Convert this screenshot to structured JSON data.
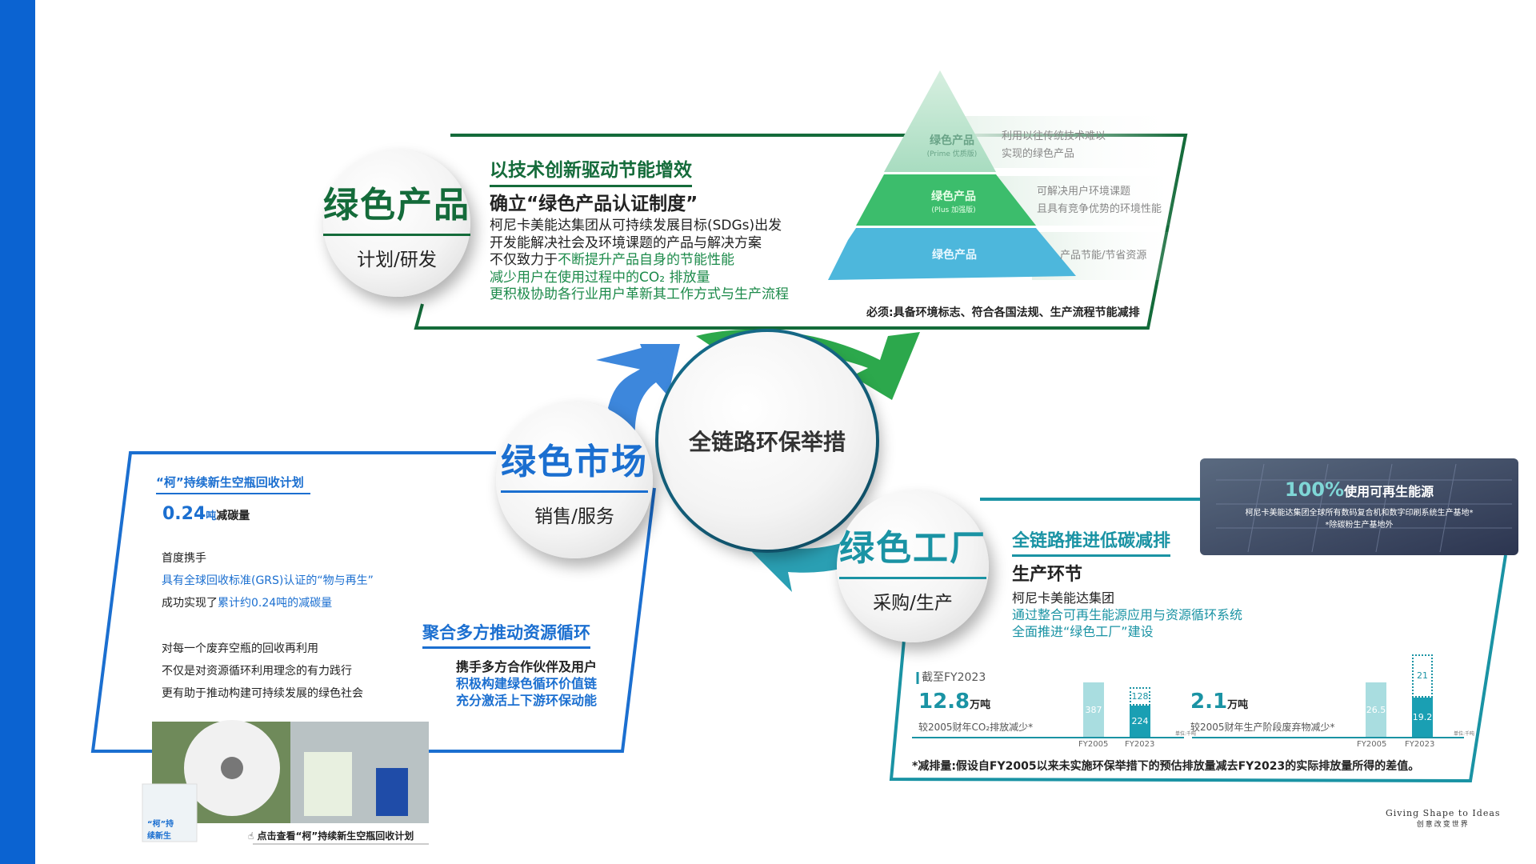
{
  "center": {
    "title": "全链路环保举措"
  },
  "product": {
    "circle_title": "绿色产品",
    "circle_sub": "计划/研发",
    "heading": "以技术创新驱动节能增效",
    "subheading": "确立“绿色产品认证制度”",
    "lines": [
      "柯尼卡美能达集团从可持续发展目标(SDGs)出发",
      "开发能解决社会及环境课题的产品与解决方案",
      "不仅致力于",
      "不断提升产品自身的节能性能",
      "减少用户在使用过程中的CO₂ 排放量",
      "更积极协助各行业用户革新其工作方式与生产流程"
    ],
    "pyramid": [
      {
        "label": "绿色产品",
        "tier": "(Prime 优质版)",
        "desc1": "利用以往传统技术难以",
        "desc2": "实现的绿色产品"
      },
      {
        "label": "绿色产品",
        "tier": "(Plus 加强版)",
        "desc1": "可解决用户环境课题",
        "desc2": "且具有竞争优势的环境性能"
      },
      {
        "label": "绿色产品",
        "tier": "",
        "desc1": "产品节能/节省资源",
        "desc2": ""
      }
    ],
    "requirement": "必须:具备环境标志、符合各国法规、生产流程节能减排"
  },
  "market": {
    "circle_title": "绿色市场",
    "circle_sub": "销售/服务",
    "program_title": "“柯”持续新生空瓶回收计划",
    "stat_value": "0.24",
    "stat_unit": "吨",
    "stat_label": "减碳量",
    "p1": [
      "首度携手",
      "具有全球回收标准(GRS)认证的“物与再生”",
      "成功实现了",
      "累计约0.24吨的减碳量"
    ],
    "p2": [
      "对每一个废弃空瓶的回收再利用",
      "不仅是对资源循环利用理念的有力践行",
      "更有助于推动构建可持续发展的绿色社会"
    ],
    "heading": "聚合多方推动资源循环",
    "lines": [
      "携手多方合作伙伴及用户",
      "积极构建绿色循环价值链",
      "充分激活上下游环保动能"
    ],
    "bag_text": "“柯”持续新生",
    "link": "点击查看“柯”持续新生空瓶回收计划"
  },
  "factory": {
    "circle_title": "绿色工厂",
    "circle_sub": "采购/生产",
    "heading": "全链路推进低碳减排",
    "subheading": "生产环节",
    "lines": [
      "柯尼卡美能达集团",
      "通过整合可再生能源应用与资源循环系统",
      "全面推进“绿色工厂”建设"
    ],
    "solar": {
      "pct": "100%",
      "title": "使用可再生能源",
      "note1": "柯尼卡美能达集团全球所有数码复合机和数字印刷系统生产基地*",
      "note2": "*除碳粉生产基地外"
    },
    "as_of": "截至FY2023",
    "co2": {
      "value": "12.8",
      "unit": "万吨",
      "label": "较2005财年CO₂排放减少*",
      "fy2005": 387,
      "fy2023": 224,
      "reduced": 128,
      "unit_note": "单位:千吨"
    },
    "waste": {
      "value": "2.1",
      "unit": "万吨",
      "label": "较2005财年生产阶段废弃物减少*",
      "fy2005": 26.5,
      "fy2023": 19.2,
      "reduced": 21,
      "unit_note": "单位:千吨"
    },
    "x_labels": [
      "FY2005",
      "FY2023"
    ],
    "footnote": "*减排量:假设自FY2005以来未实施环保举措下的预估排放量减去FY2023的实际排放量所得的差值。"
  },
  "brand": {
    "slogan_en": "Giving Shape to Ideas",
    "slogan_cn": "创意改变世界"
  },
  "colors": {
    "green": "#1c8a4a",
    "blue": "#1b6fd0",
    "teal": "#1a93a4",
    "sidebar": "#0b63d1"
  }
}
